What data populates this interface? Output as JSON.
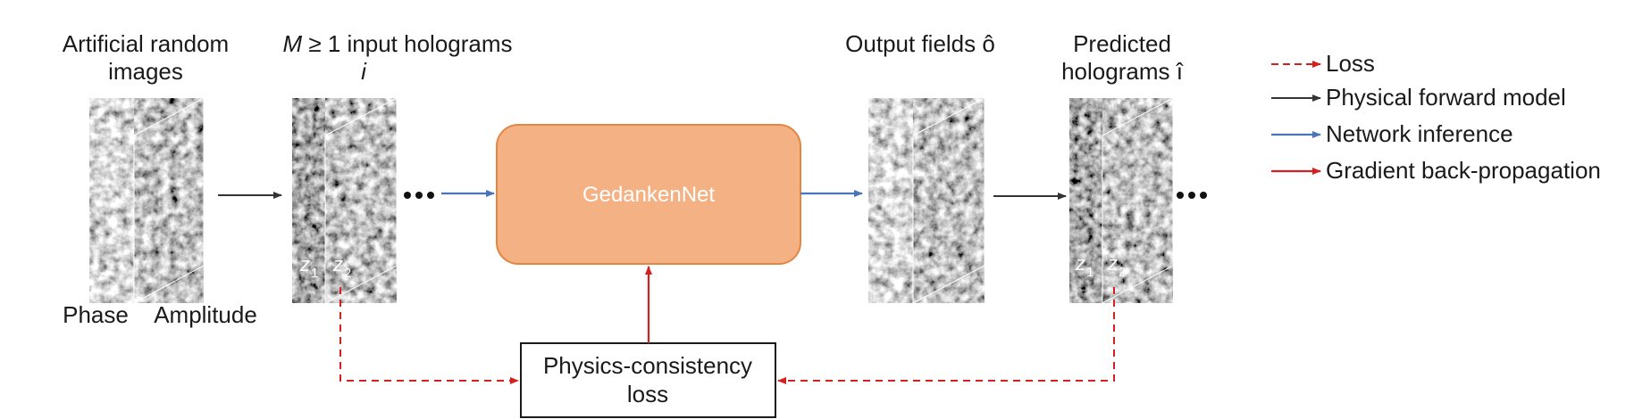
{
  "labels": {
    "artificial_line1": "Artificial random",
    "artificial_line2": "images",
    "inputs_line1_var": "M",
    "inputs_line1_rest": " ≥ 1 input holograms",
    "inputs_line2": "i",
    "phase": "Phase",
    "amplitude": "Amplitude",
    "output_fields": "Output fields ô",
    "predicted_line1": "Predicted",
    "predicted_line2": "holograms î",
    "network": "GedankenNet",
    "loss_line1": "Physics-consistency",
    "loss_line2": "loss",
    "z": "z",
    "z1_sub": "1",
    "z2_sub": "2"
  },
  "legend": {
    "items": [
      {
        "label": "Loss",
        "style": "dashed-red"
      },
      {
        "label": "Physical forward model",
        "style": "solid-black"
      },
      {
        "label": "Network inference",
        "style": "solid-blue"
      },
      {
        "label": "Gradient back-propagation",
        "style": "solid-red"
      }
    ]
  },
  "colors": {
    "network_fill": "#f4b183",
    "network_stroke": "#e28743",
    "loss_red": "#d42020",
    "inference_blue": "#4a74b8",
    "forward_black": "#333333"
  }
}
